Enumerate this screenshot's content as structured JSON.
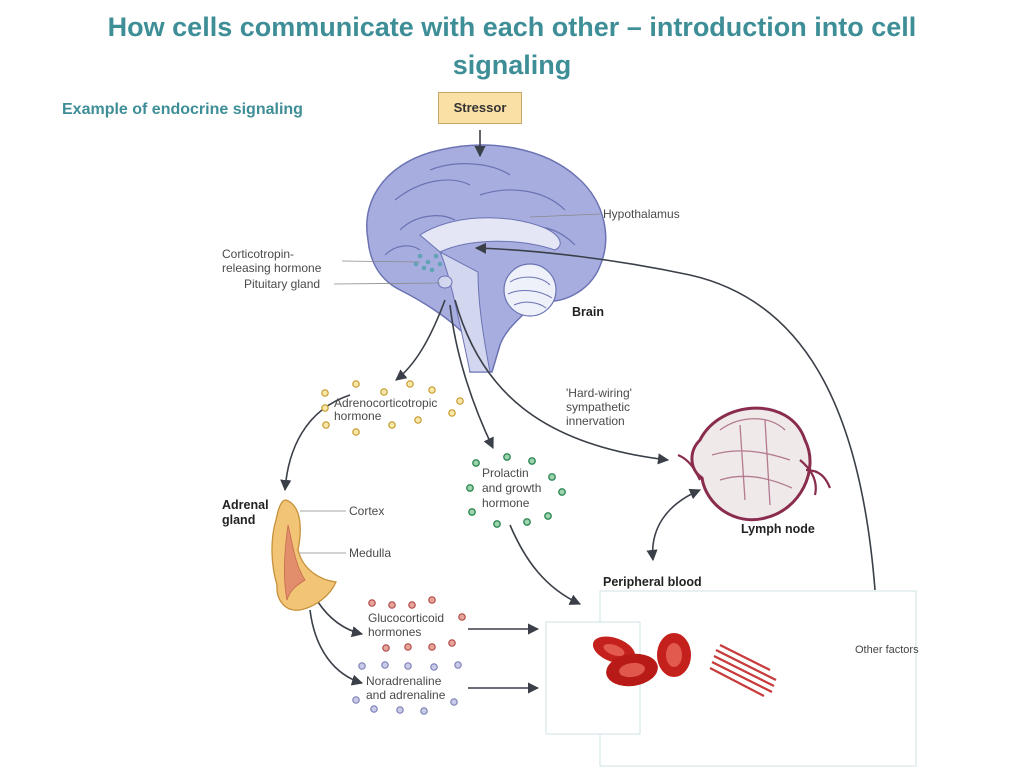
{
  "title": "How cells communicate with each other – introduction into cell signaling",
  "subtitle": "Example of endocrine signaling",
  "diagram": {
    "stressor": "Stressor",
    "hypothalamus": "Hypothalamus",
    "crh_line1": "Corticotropin-",
    "crh_line2": "releasing hormone",
    "pituitary": "Pituitary gland",
    "brain": "Brain",
    "acth_line1": "Adrenocorticotropic",
    "acth_line2": "hormone",
    "hardwiring_line1": "'Hard-wiring'",
    "hardwiring_line2": "sympathetic",
    "hardwiring_line3": "innervation",
    "prolactin_line1": "Prolactin",
    "prolactin_line2": "and growth",
    "prolactin_line3": "hormone",
    "lymph_node": "Lymph node",
    "adrenal_line1": "Adrenal",
    "adrenal_line2": "gland",
    "cortex": "Cortex",
    "medulla": "Medulla",
    "peripheral_blood": "Peripheral blood",
    "gluco_line1": "Glucocorticoid",
    "gluco_line2": "hormones",
    "nora_line1": "Noradrenaline",
    "nora_line2": "and adrenaline",
    "other_factors": "Other factors"
  },
  "colors": {
    "title": "#3e8e97",
    "brain": "#9aa2d8",
    "acth_dots": "#d9b44a",
    "prolactin_dots": "#3d9a63",
    "gluco_dots": "#c05a54",
    "nora_dots": "#8f93c6",
    "rbc": "#c4201c",
    "adrenal": "#f2c576"
  }
}
